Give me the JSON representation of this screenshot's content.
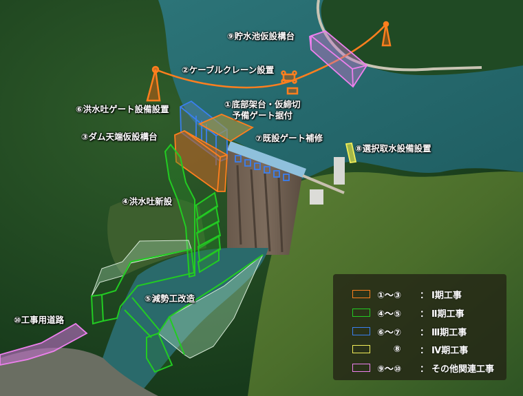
{
  "colors": {
    "phase1": "#ff7f1e",
    "phase2": "#22cc22",
    "phase3": "#3a7ff0",
    "phase4": "#f2ee5a",
    "other": "#ee80ee",
    "water": "#2b6f74",
    "forest_dark": "#1f4a22",
    "forest_light": "#4f7a33"
  },
  "labels": {
    "l1_line1": "①底部架台・仮締切",
    "l1_line2": "予備ゲート据付",
    "l2": "②ケーブルクレーン設置",
    "l3": "③ダム天端仮設構台",
    "l4": "④洪水吐新設",
    "l5": "⑤減勢工改造",
    "l6": "⑥洪水吐ゲート設備設置",
    "l7": "⑦既設ゲート補修",
    "l8": "⑧選択取水設備設置",
    "l9": "⑨貯水池仮設構台",
    "l10": "⑩工事用道路"
  },
  "legend": {
    "items": [
      {
        "range": "①～③",
        "sep": "：",
        "text": "Ⅰ期工事",
        "color_key": "phase1"
      },
      {
        "range": "④～⑤",
        "sep": "：",
        "text": "Ⅱ期工事",
        "color_key": "phase2"
      },
      {
        "range": "⑥～⑦",
        "sep": "：",
        "text": "Ⅲ期工事",
        "color_key": "phase3"
      },
      {
        "range": "⑧",
        "sep": "：",
        "text": "Ⅳ期工事",
        "color_key": "phase4"
      },
      {
        "range": "⑨～⑩",
        "sep": "：",
        "text": "その他関連工事",
        "color_key": "other"
      }
    ]
  }
}
